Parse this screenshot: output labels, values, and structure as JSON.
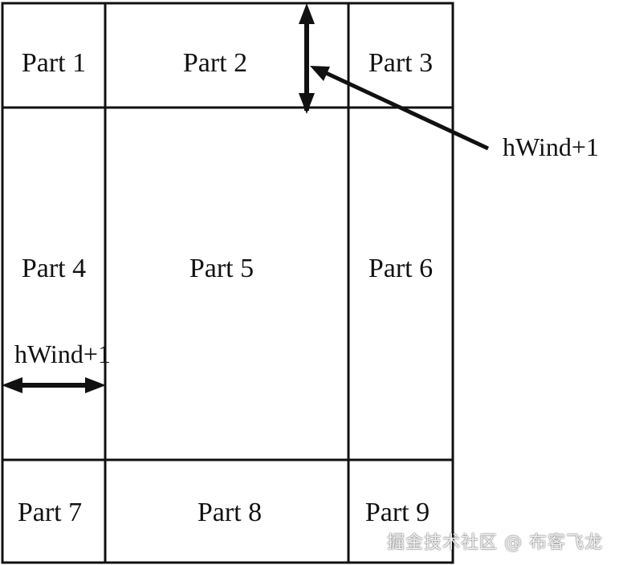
{
  "diagram": {
    "parts": [
      {
        "label": "Part 1"
      },
      {
        "label": "Part 2"
      },
      {
        "label": "Part 3"
      },
      {
        "label": "Part 4"
      },
      {
        "label": "Part 5"
      },
      {
        "label": "Part 6"
      },
      {
        "label": "Part 7"
      },
      {
        "label": "Part 8"
      },
      {
        "label": "Part 9"
      }
    ],
    "annotations": {
      "vertical_dim": "hWind+1",
      "horizontal_dim": "hWind+1"
    },
    "colors": {
      "stroke": "#111111",
      "background": "#ffffff"
    }
  },
  "watermark": "掘金技术社区 @ 布客飞龙"
}
